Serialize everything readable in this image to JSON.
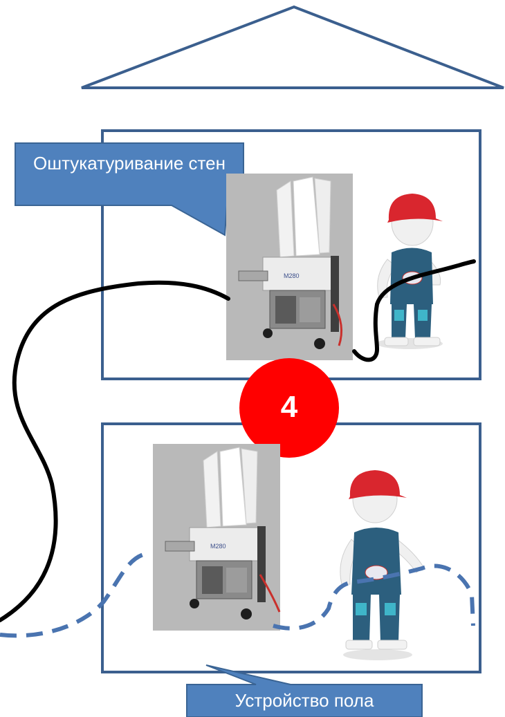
{
  "callouts": {
    "top": "Оштукатуривание стен",
    "bottom": "Устройство пола"
  },
  "badge": {
    "number": "4"
  },
  "machine": {
    "label": "M280"
  },
  "colors": {
    "frame": "#3b5f8e",
    "callout_fill": "#4f81bd",
    "callout_border": "#3a6494",
    "badge": "#ff0000",
    "solid_hose": "#000000",
    "dashed_hose": "#4a74b0",
    "helmet": "#d9262e",
    "overalls": "#2c5f7e",
    "photo_bg": "#b9b9b9"
  },
  "icons": {
    "roof": "house-roof-icon",
    "worker": "worker-figure-icon",
    "machine": "plaster-machine-icon"
  }
}
